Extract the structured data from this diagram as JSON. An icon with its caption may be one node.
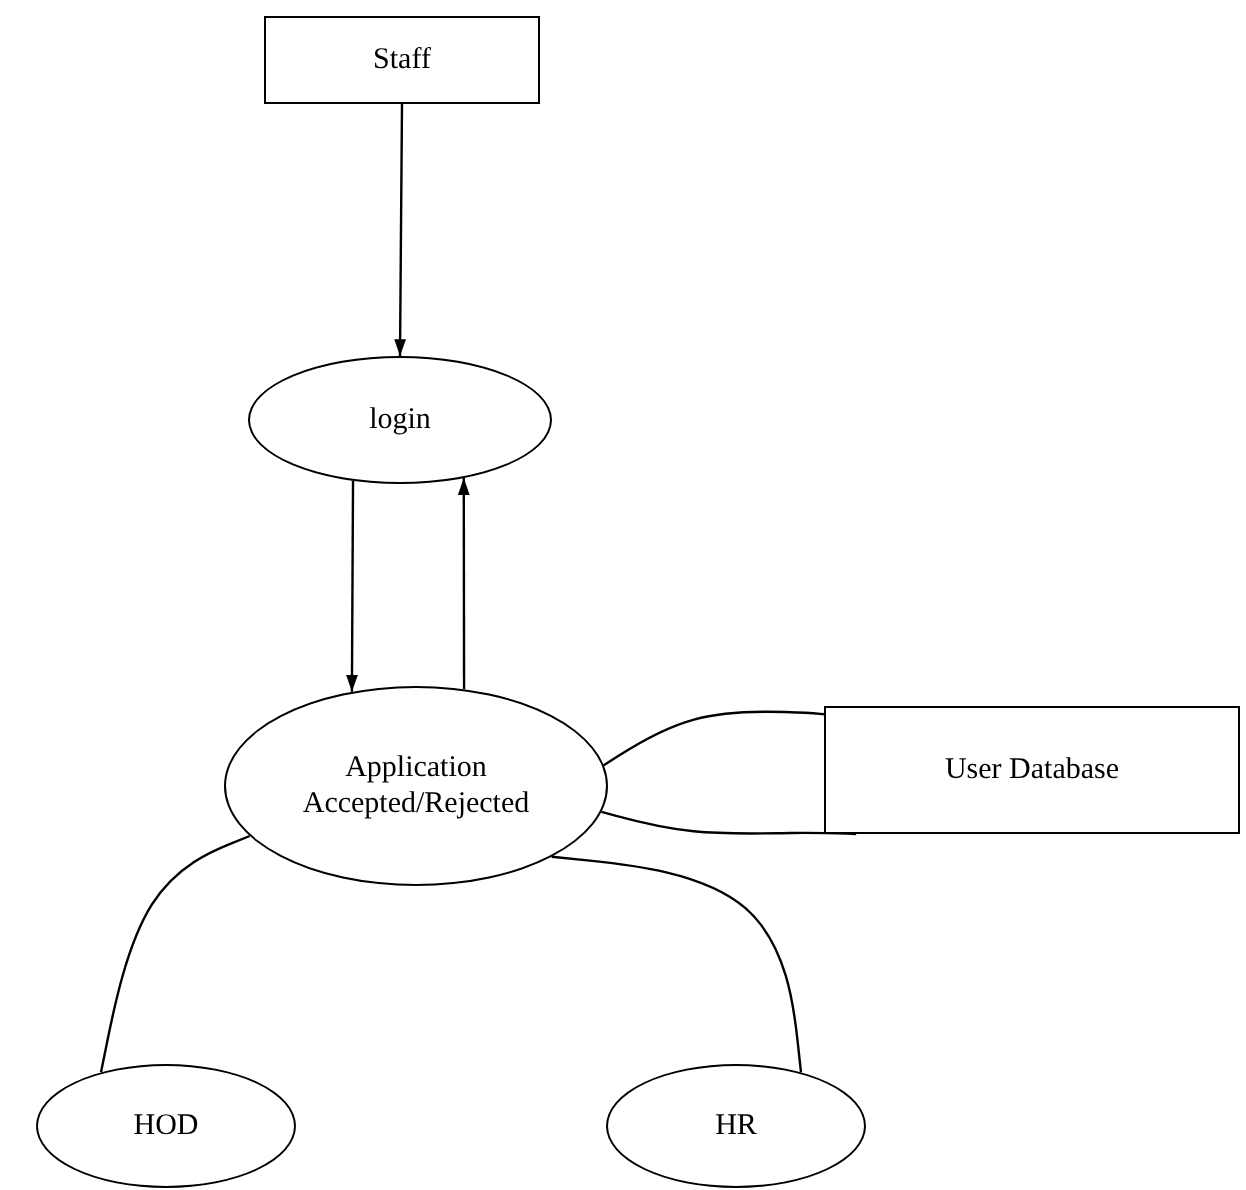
{
  "diagram": {
    "nodes": [
      {
        "text": [
          "Staff"
        ]
      },
      {
        "text": [
          "login"
        ]
      },
      {
        "text": [
          "Application Accepted/Rejected"
        ]
      },
      {
        "text": [
          "User Database"
        ]
      },
      {
        "text": [
          "HOD"
        ]
      },
      {
        "text": [
          "HR"
        ]
      }
    ],
    "edges": [
      {
        "from": 0,
        "to": 1,
        "arrow": "to"
      },
      {
        "from": 1,
        "to": 2,
        "arrow": "to"
      },
      {
        "from": 2,
        "to": 1,
        "arrow": "to"
      },
      {
        "from": 2,
        "to": 3,
        "arrow": "none"
      },
      {
        "from": 2,
        "to": 3,
        "arrow": "none"
      },
      {
        "from": 2,
        "to": 4,
        "arrow": "none"
      },
      {
        "from": 2,
        "to": 5,
        "arrow": "none"
      }
    ]
  }
}
